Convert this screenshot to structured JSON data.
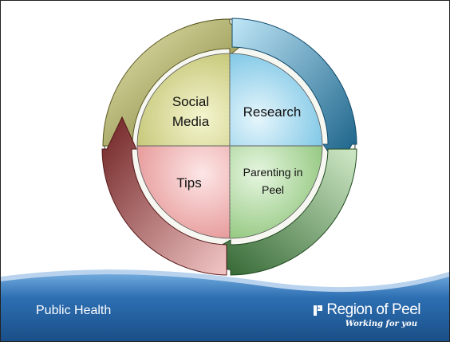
{
  "diagram": {
    "quadrants": {
      "social_media": {
        "line1": "Social",
        "line2": "Media"
      },
      "research": {
        "label": "Research"
      },
      "tips": {
        "label": "Tips"
      },
      "parenting": {
        "line1": "Parenting in",
        "line2": "Peel"
      }
    },
    "colors": {
      "social_media": "#d9dca0",
      "research": "#a9d9ec",
      "tips": "#f2b6b6",
      "parenting": "#b7dca8",
      "arrow_yellow": "#8c8a3e",
      "arrow_blue": "#2f86b3",
      "arrow_green": "#3c7a3c",
      "arrow_red": "#8e3636"
    }
  },
  "footer": {
    "title": "Public Health",
    "logo_name": "Region of Peel",
    "logo_tagline": "Working for you",
    "colors": {
      "wave_dark": "#1d5c9a",
      "wave_light": "#4a8ed0"
    }
  }
}
